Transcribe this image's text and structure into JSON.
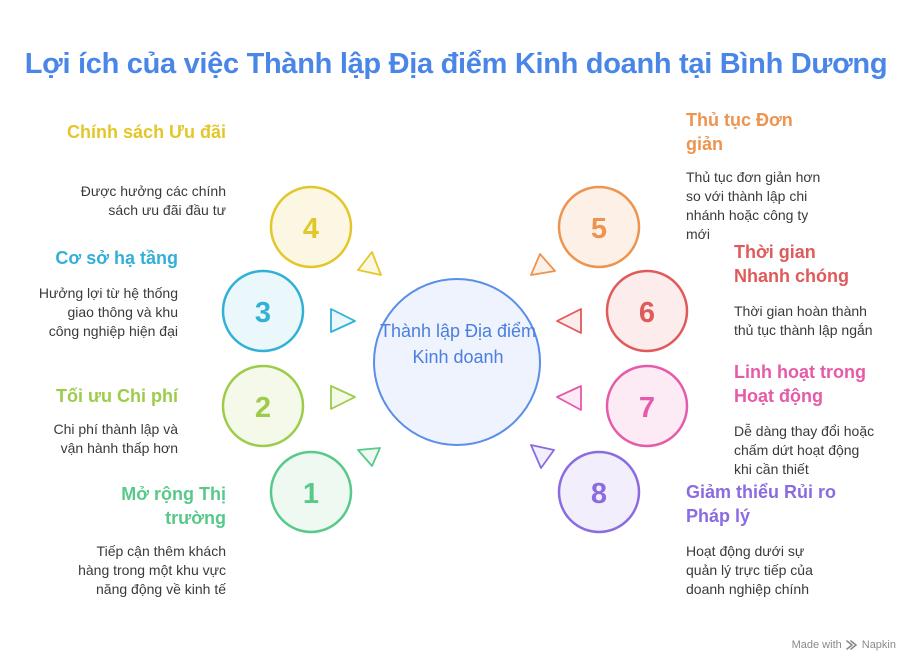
{
  "title": "Lợi ích của việc Thành lập Địa điểm Kinh doanh tại Bình Dương",
  "center": "Thành lập Địa điểm Kinh doanh",
  "items": [
    {
      "number": "1",
      "title": "Mở rộng Thị trường",
      "desc": "Tiếp cận thêm khách hàng trong một khu vực năng động về kinh tế",
      "color": "#58c98a",
      "fill": "#edf9f1"
    },
    {
      "number": "2",
      "title": "Tối ưu Chi phí",
      "desc": "Chi phí thành lập và vận hành thấp hơn",
      "color": "#9ccc4a",
      "fill": "#f4f9ea"
    },
    {
      "number": "3",
      "title": "Cơ sở hạ tầng",
      "desc": "Hưởng lợi từ hệ thống giao thông và khu công nghiệp hiện đại",
      "color": "#33b0d6",
      "fill": "#eaf7fb"
    },
    {
      "number": "4",
      "title": "Chính sách Ưu đãi",
      "desc": "Được hưởng các chính sách ưu đãi đầu tư",
      "color": "#e3c72a",
      "fill": "#fcf7e2"
    },
    {
      "number": "5",
      "title": "Thủ tục Đơn giản",
      "desc": "Thủ tục đơn giản hơn so với thành lập chi nhánh hoặc công ty mới",
      "color": "#ec9450",
      "fill": "#fdf0e6"
    },
    {
      "number": "6",
      "title": "Thời gian Nhanh chóng",
      "desc": "Thời gian hoàn thành thủ tục thành lập ngắn",
      "color": "#e05a5a",
      "fill": "#fcecec"
    },
    {
      "number": "7",
      "title": "Linh hoạt trong Hoạt động",
      "desc": "Dễ dàng thay đổi hoặc chấm dứt hoạt động khi cần thiết",
      "color": "#e55aa9",
      "fill": "#fcebf5"
    },
    {
      "number": "8",
      "title": "Giảm thiểu Rủi ro Pháp lý",
      "desc": "Hoạt động dưới sự quản lý trực tiếp của doanh nghiệp chính",
      "color": "#8b6be0",
      "fill": "#f2eefc"
    }
  ],
  "footer": {
    "made_with": "Made with",
    "brand": "Napkin"
  },
  "colors": {
    "title": "#4a86e8",
    "center_stroke": "#5a8ee8",
    "center_fill": "#eef3fd",
    "center_text": "#4a7ee0"
  }
}
